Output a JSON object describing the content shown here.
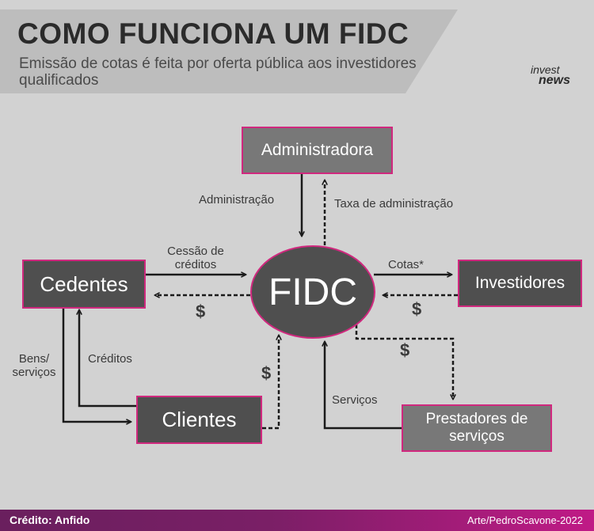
{
  "header": {
    "title": "COMO FUNCIONA UM FIDC",
    "subtitle": "Emissão de cotas é feita por oferta pública aos investidores qualificados",
    "logo_line1": "invest",
    "logo_line2": "news"
  },
  "nodes": {
    "center": "FIDC",
    "administradora": "Administradora",
    "cedentes": "Cedentes",
    "investidores": "Investidores",
    "clientes": "Clientes",
    "prestadores": "Prestadores de serviços"
  },
  "edges": {
    "administracao": "Administração",
    "taxa": "Taxa de administração",
    "cessao": "Cessão de créditos",
    "cotas": "Cotas*",
    "bens": "Bens/ serviços",
    "creditos": "Créditos",
    "servicos": "Serviços",
    "money": "$"
  },
  "footer": {
    "credit": "Crédito: Anfido",
    "art": "Arte/PedroScavone-2022"
  },
  "colors": {
    "background": "#d2d2d2",
    "header_band": "#bdbdbd",
    "box_dark": "#4f4f4f",
    "box_mid": "#787878",
    "accent_border": "#d0287e",
    "footer_start": "#6a1f5e",
    "footer_end": "#c01a86"
  }
}
